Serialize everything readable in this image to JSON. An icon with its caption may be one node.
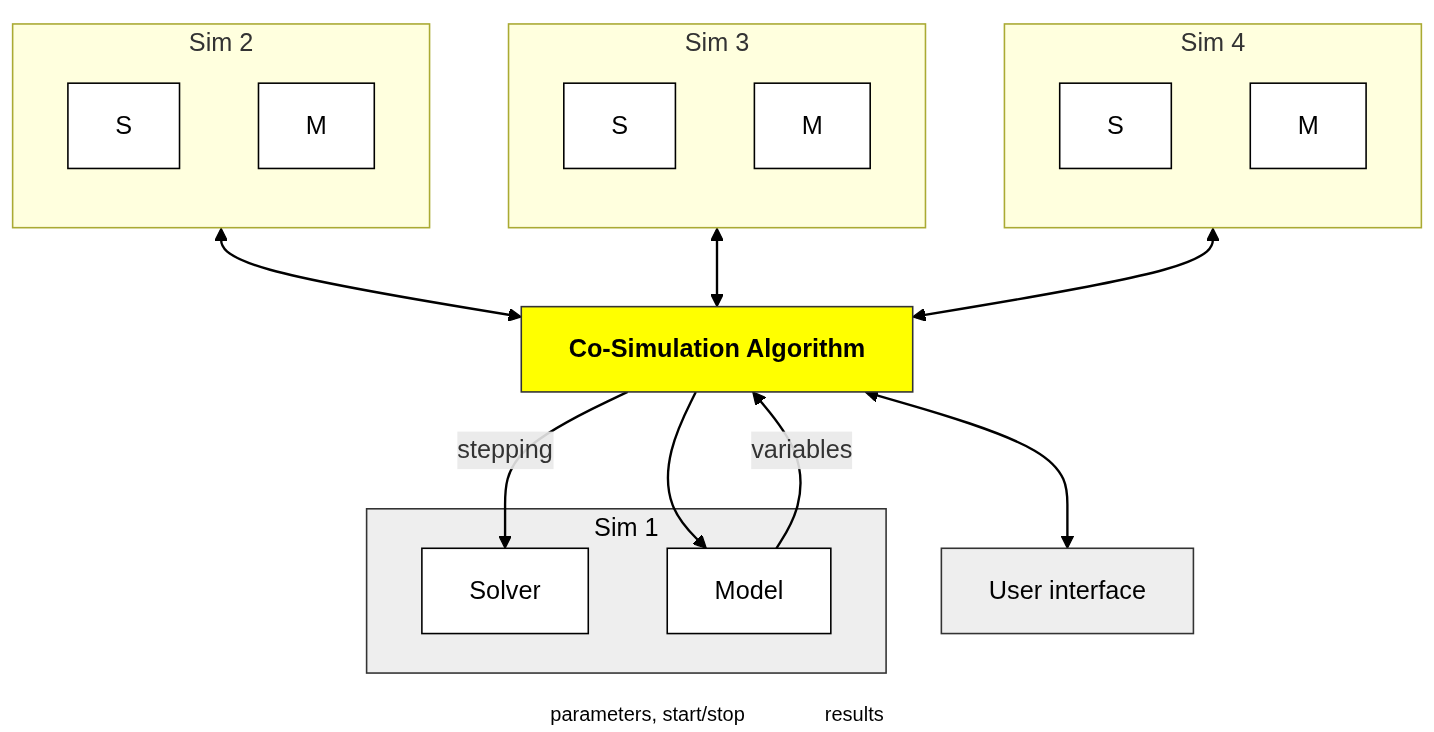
{
  "diagram": {
    "nodes": [
      {
        "text": [
          "Sim 1"
        ]
      },
      {
        "text": [
          "Solver"
        ],
        "in": 0
      },
      {
        "text": [
          "Model"
        ],
        "in": 0
      },
      {
        "text": [
          "Sim 2"
        ]
      },
      {
        "text": [
          "S"
        ],
        "in": 3
      },
      {
        "text": [
          "M"
        ],
        "in": 3
      },
      {
        "text": [
          "Sim 3"
        ]
      },
      {
        "text": [
          "S"
        ],
        "in": 6
      },
      {
        "text": [
          "M"
        ],
        "in": 6
      },
      {
        "text": [
          "Sim 4"
        ]
      },
      {
        "text": [
          "S"
        ],
        "in": 9
      },
      {
        "text": [
          "M"
        ],
        "in": 9
      },
      {
        "text": [
          "Co-Simulation Algorithm"
        ]
      },
      {
        "text": [
          "User interface"
        ]
      }
    ],
    "edges": [
      {
        "from": 12,
        "to": 1,
        "arrow": "to",
        "label": "stepping"
      },
      {
        "from": 12,
        "to": 2,
        "arrow": "to"
      },
      {
        "from": 2,
        "to": 12,
        "arrow": "to",
        "label": "variables"
      },
      {
        "from": 3,
        "to": 12,
        "arrow": "both"
      },
      {
        "from": 6,
        "to": 12,
        "arrow": "both"
      },
      {
        "from": 9,
        "to": 12,
        "arrow": "both"
      },
      {
        "from": 12,
        "to": 13,
        "arrow": "both"
      }
    ],
    "labels": [
      "parameters, start/stop",
      "results"
    ]
  }
}
